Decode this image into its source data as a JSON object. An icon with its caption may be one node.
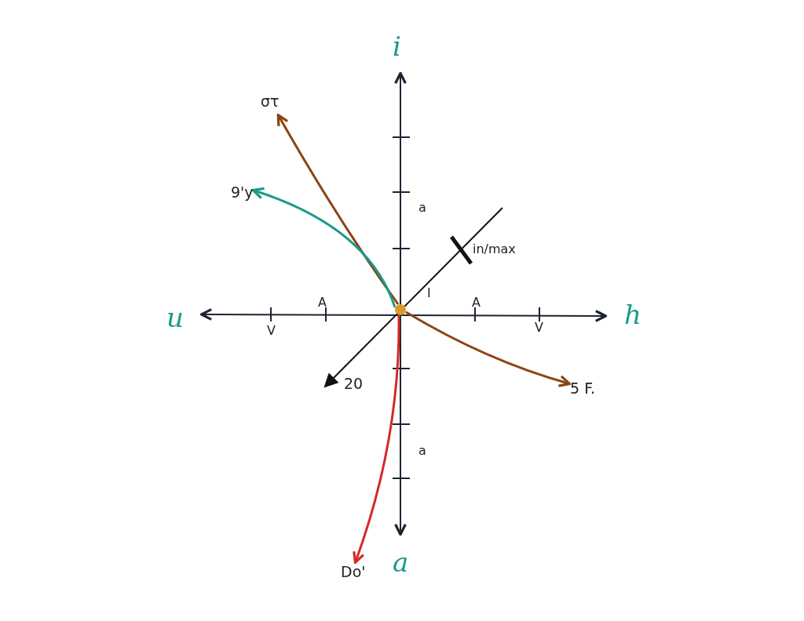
{
  "diagram": {
    "nodes": [
      {
        "text": [],
        "shape": "circle"
      },
      {
        "text": [
          "στ"
        ]
      },
      {
        "text": [
          "9'y"
        ]
      },
      {
        "text": [
          "5 F."
        ]
      },
      {
        "text": [
          "Do'"
        ]
      }
    ],
    "edges": [
      {
        "from": 0,
        "to": 1,
        "arrow": "to"
      },
      {
        "from": 0,
        "to": 2,
        "arrow": "to",
        "color": "#1a9a8a"
      },
      {
        "from": 0,
        "to": 3,
        "arrow": "to"
      },
      {
        "from": 0,
        "to": 4,
        "arrow": "to",
        "color": "#d62828"
      }
    ],
    "labels": [
      "i",
      "a",
      "in/max",
      "I",
      "A",
      "A",
      "u",
      "h",
      "V",
      "V",
      "20",
      "a",
      "a"
    ]
  }
}
